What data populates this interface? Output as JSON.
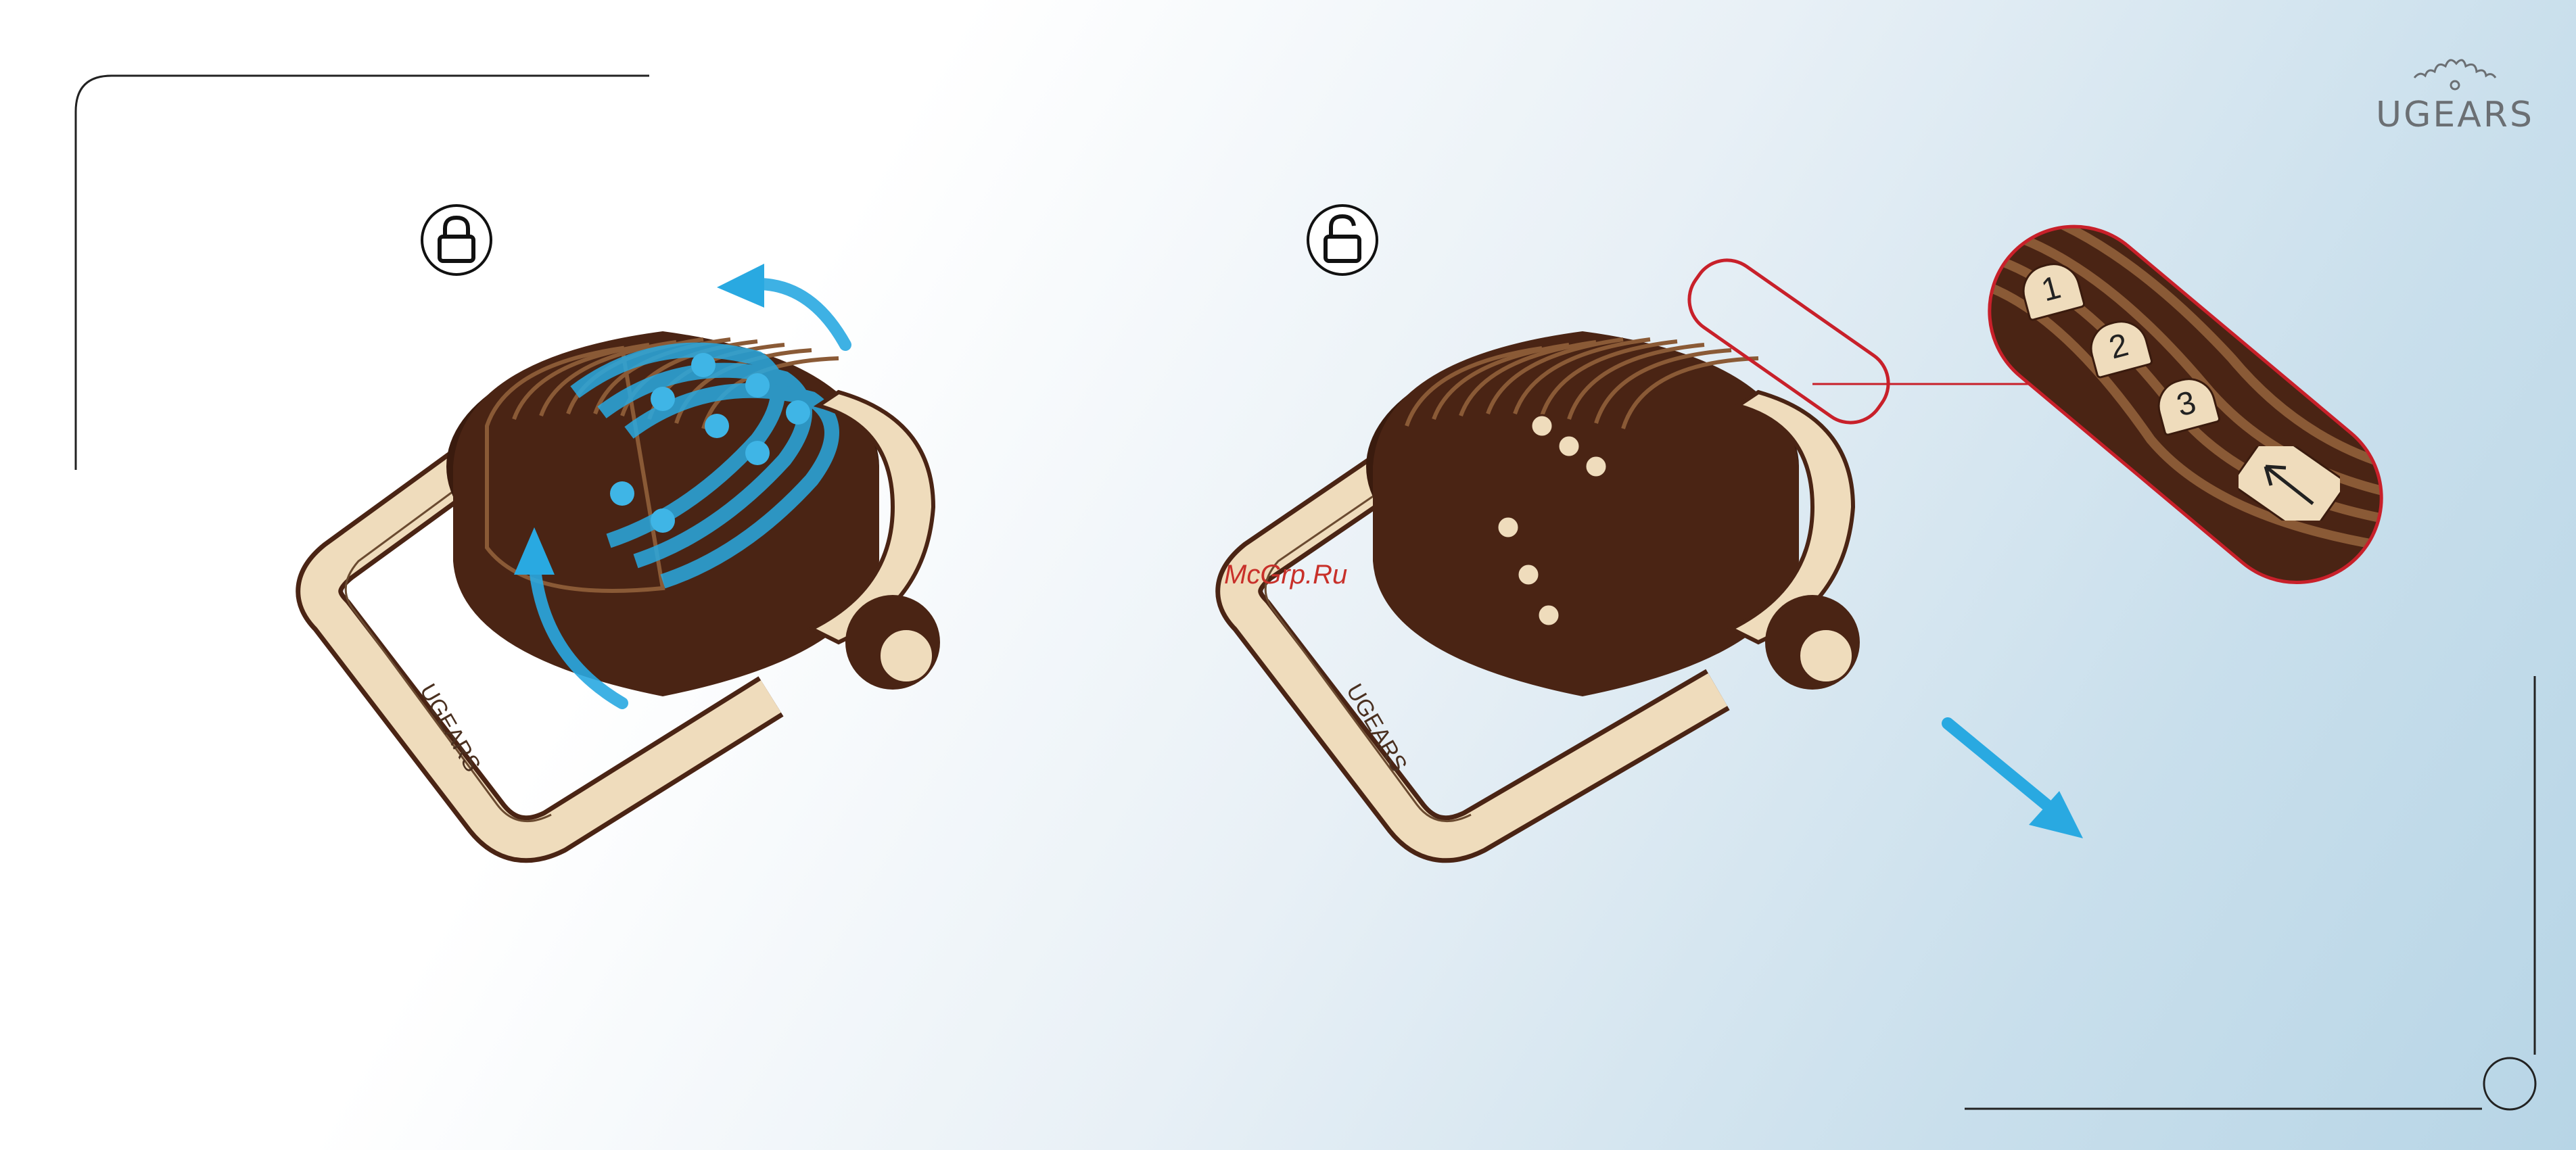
{
  "brand": {
    "name": "UGEARS"
  },
  "watermark": {
    "text": "McGrp.Ru"
  },
  "panels": [
    {
      "state": "locked",
      "icon": "lock-closed-icon",
      "frame_label": "UGEARS"
    },
    {
      "state": "unlocked",
      "icon": "lock-open-icon",
      "frame_label": "UGEARS"
    }
  ],
  "zoom": {
    "digits": [
      "1",
      "2",
      "3"
    ],
    "indicator": "arrow-left-icon"
  },
  "colors": {
    "arrow_blue": "#29a9e1",
    "callout_red": "#c8202a",
    "wood_dark": "#4a2414",
    "wood_light": "#efdcbc"
  }
}
